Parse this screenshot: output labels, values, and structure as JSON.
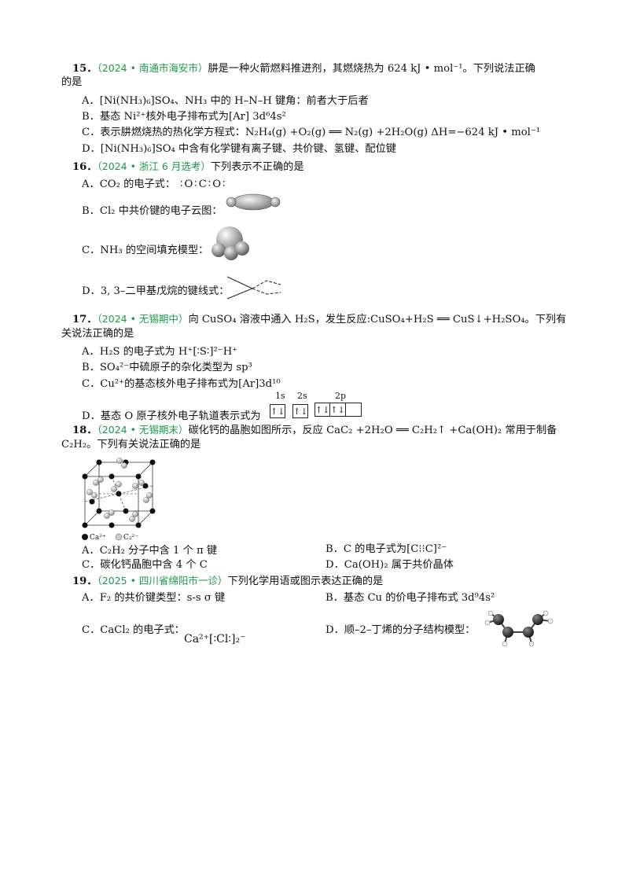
{
  "q15": {
    "num": "15．",
    "tag": "（2024 • 南通市海安市）",
    "stem1": "肼是一种火箭燃料推进剂，其燃烧热为 624  kJ • mol⁻¹。下列说法正确",
    "stem2": "的是",
    "A": "A．[Ni(NH₃)₆]SO₄、NH₃ 中的 H–N–H 键角：前者大于后者",
    "B": "B．基态 Ni²⁺核外电子排布式为[Ar] 3d⁶4s²",
    "C": "C．表示肼燃烧热的热化学方程式：N₂H₄(g) +O₂(g) ══ N₂(g) +2H₂O(g)     ΔH=−624  kJ • mol⁻¹",
    "D": "D．[Ni(NH₃)₆]SO₄ 中含有化学键有离子键、共价键、氢键、配位键"
  },
  "q16": {
    "num": "16．",
    "tag": "（2024 • 浙江 6 月选考）",
    "stem": "下列表示不正确的是",
    "A": "A．CO₂ 的电子式：",
    "A_formula": "∶O∶C∶O∶",
    "B": "B．Cl₂ 中共价键的电子云图：",
    "C": "C．NH₃ 的空间填充模型：",
    "D": "D．3, 3–二甲基戊烷的键线式："
  },
  "q17": {
    "num": "17．",
    "tag": "（2024 • 无锡期中）",
    "stem1": "向 CuSO₄ 溶液中通入 H₂S，发生反应:CuSO₄+H₂S ══ CuS↓+H₂SO₄。下列有",
    "stem2": "关说法正确的是",
    "A": "A．H₂S 的电子式为 H⁺[∶S∶]²⁻H⁺",
    "B": "B．SO₄²⁻中硫原子的杂化类型为 sp³",
    "C": "C．Cu²⁺的基态核外电子排布式为[Ar]3d¹⁰",
    "D": "D．基态 O 原子核外电子轨道表示式为",
    "orbital_labels": [
      "1s",
      "2s",
      "2p"
    ],
    "orbital_boxes": [
      "↑↓",
      "↑↓",
      "↑↓",
      "↑↓",
      ""
    ]
  },
  "q18": {
    "num": "18．",
    "tag": "（2024 • 无锡期末）",
    "stem1": "碳化钙的晶胞如图所示，反应 CaC₂ +2H₂O ══ C₂H₂↑ +Ca(OH)₂ 常用于制备",
    "stem2": "C₂H₂。下列有关说法正确的是",
    "legend_ca": "Ca²⁺",
    "legend_c2": "C₂²⁻",
    "A": "A．C₂H₂ 分子中含 1 个 π 键",
    "B": "B．C 的电子式为[C⁝⁝C]²⁻",
    "C": "C．碳化钙晶胞中含 4 个 C",
    "D": "D．Ca(OH)₂ 属于共价晶体"
  },
  "q19": {
    "num": "19．",
    "tag": "（2025 • 四川省绵阳市一诊）",
    "stem": "下列化学用语或图示表达正确的是",
    "A": "A．F₂ 的共价键类型：s-s  σ 键",
    "B": "B．基态 Cu 的价电子排布式 3d⁹4s²",
    "C": "C．CaCl₂ 的电子式：",
    "C_formula": "Ca²⁺[∶Cl∶]₂⁻",
    "D": "D．顺–2–丁烯的分子结构模型："
  }
}
